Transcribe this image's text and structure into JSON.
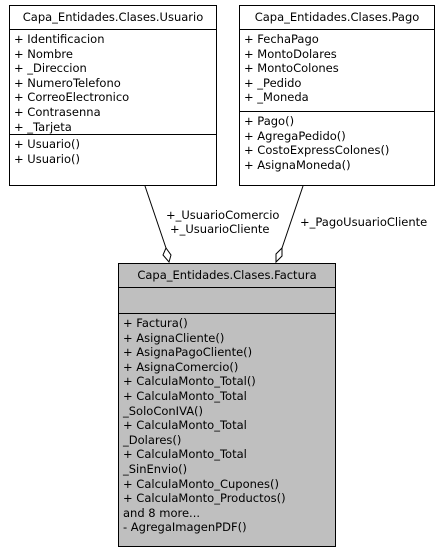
{
  "usuario": {
    "title": "Capa_Entidades.Clases.Usuario",
    "attributes": [
      "+ Identificacion",
      "+ Nombre",
      "+ _Direccion",
      "+ NumeroTelefono",
      "+ CorreoElectronico",
      "+ Contrasenna",
      "+ _Tarjeta"
    ],
    "methods": [
      "+ Usuario()",
      "+ Usuario()"
    ]
  },
  "pago": {
    "title": "Capa_Entidades.Clases.Pago",
    "attributes": [
      "+ FechaPago",
      "+ MontoDolares",
      "+ MontoColones",
      "+ _Pedido",
      "+ _Moneda"
    ],
    "methods": [
      "+ Pago()",
      "+ AgregaPedido()",
      "+ CostoExpressColones()",
      "+ AsignaMoneda()"
    ]
  },
  "factura": {
    "title": "Capa_Entidades.Clases.Factura",
    "attributes": [],
    "methods": [
      "+ Factura()",
      "+ AsignaCliente()",
      "+ AsignaPagoCliente()",
      "+ AsignaComercio()",
      "+ CalculaMonto_Total()",
      "+ CalculaMonto_Total",
      "_SoloConIVA()",
      "+ CalculaMonto_Total",
      "_Dolares()",
      "+ CalculaMonto_Total",
      "_SinEnvio()",
      "+ CalculaMonto_Cupones()",
      "+ CalculaMonto_Productos()",
      "and 8 more...",
      "- AgregaImagenPDF()"
    ]
  },
  "links": {
    "usuario_label_1": "+_UsuarioComercio",
    "usuario_label_2": "+_UsuarioCliente",
    "pago_label": "+_PagoUsuarioCliente"
  }
}
